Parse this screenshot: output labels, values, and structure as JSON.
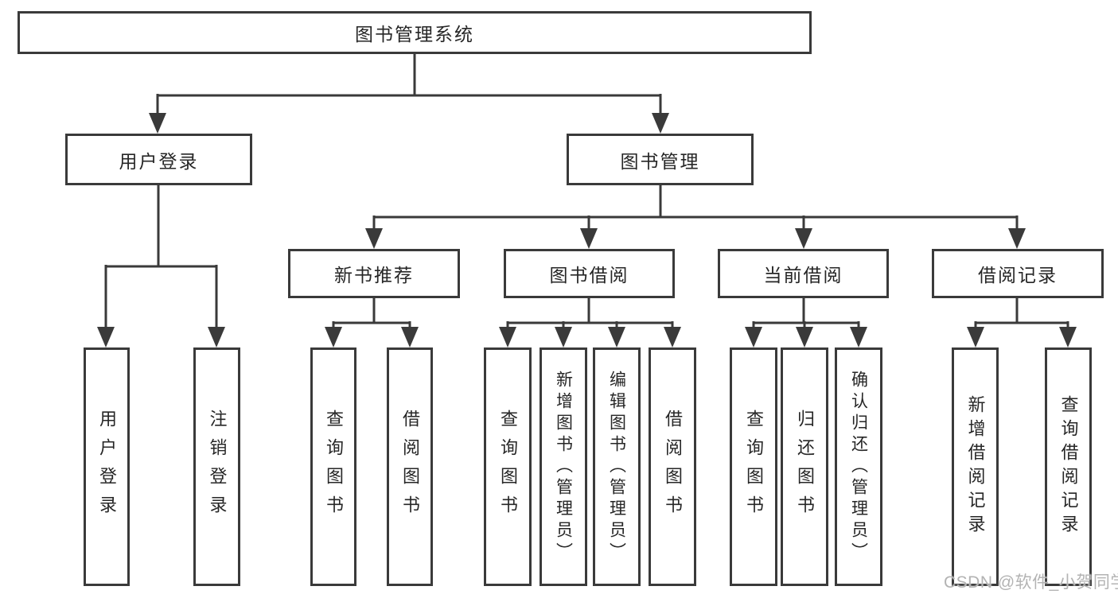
{
  "title": "图书管理系统",
  "watermark": "CSDN @软件_小贺同学",
  "colors": {
    "line": "#3a3a3a",
    "text": "#262626",
    "watermark": "#b3b3b3",
    "background": "#ffffff"
  },
  "tree": {
    "root": {
      "label": "图书管理系统"
    },
    "branches": [
      {
        "label": "用户登录",
        "children": [
          {
            "label": "用户登录"
          },
          {
            "label": "注销登录"
          }
        ]
      },
      {
        "label": "图书管理",
        "children": [
          {
            "label": "新书推荐",
            "children": [
              {
                "label": "查询图书"
              },
              {
                "label": "借阅图书"
              }
            ]
          },
          {
            "label": "图书借阅",
            "children": [
              {
                "label": "查询图书"
              },
              {
                "label": "新增图书（管理员）"
              },
              {
                "label": "编辑图书（管理员）"
              },
              {
                "label": "借阅图书"
              }
            ]
          },
          {
            "label": "当前借阅",
            "children": [
              {
                "label": "查询图书"
              },
              {
                "label": "归还图书"
              },
              {
                "label": "确认归还（管理员）"
              }
            ]
          },
          {
            "label": "借阅记录",
            "children": [
              {
                "label": "新增借阅记录"
              },
              {
                "label": "查询借阅记录"
              }
            ]
          }
        ]
      }
    ]
  }
}
